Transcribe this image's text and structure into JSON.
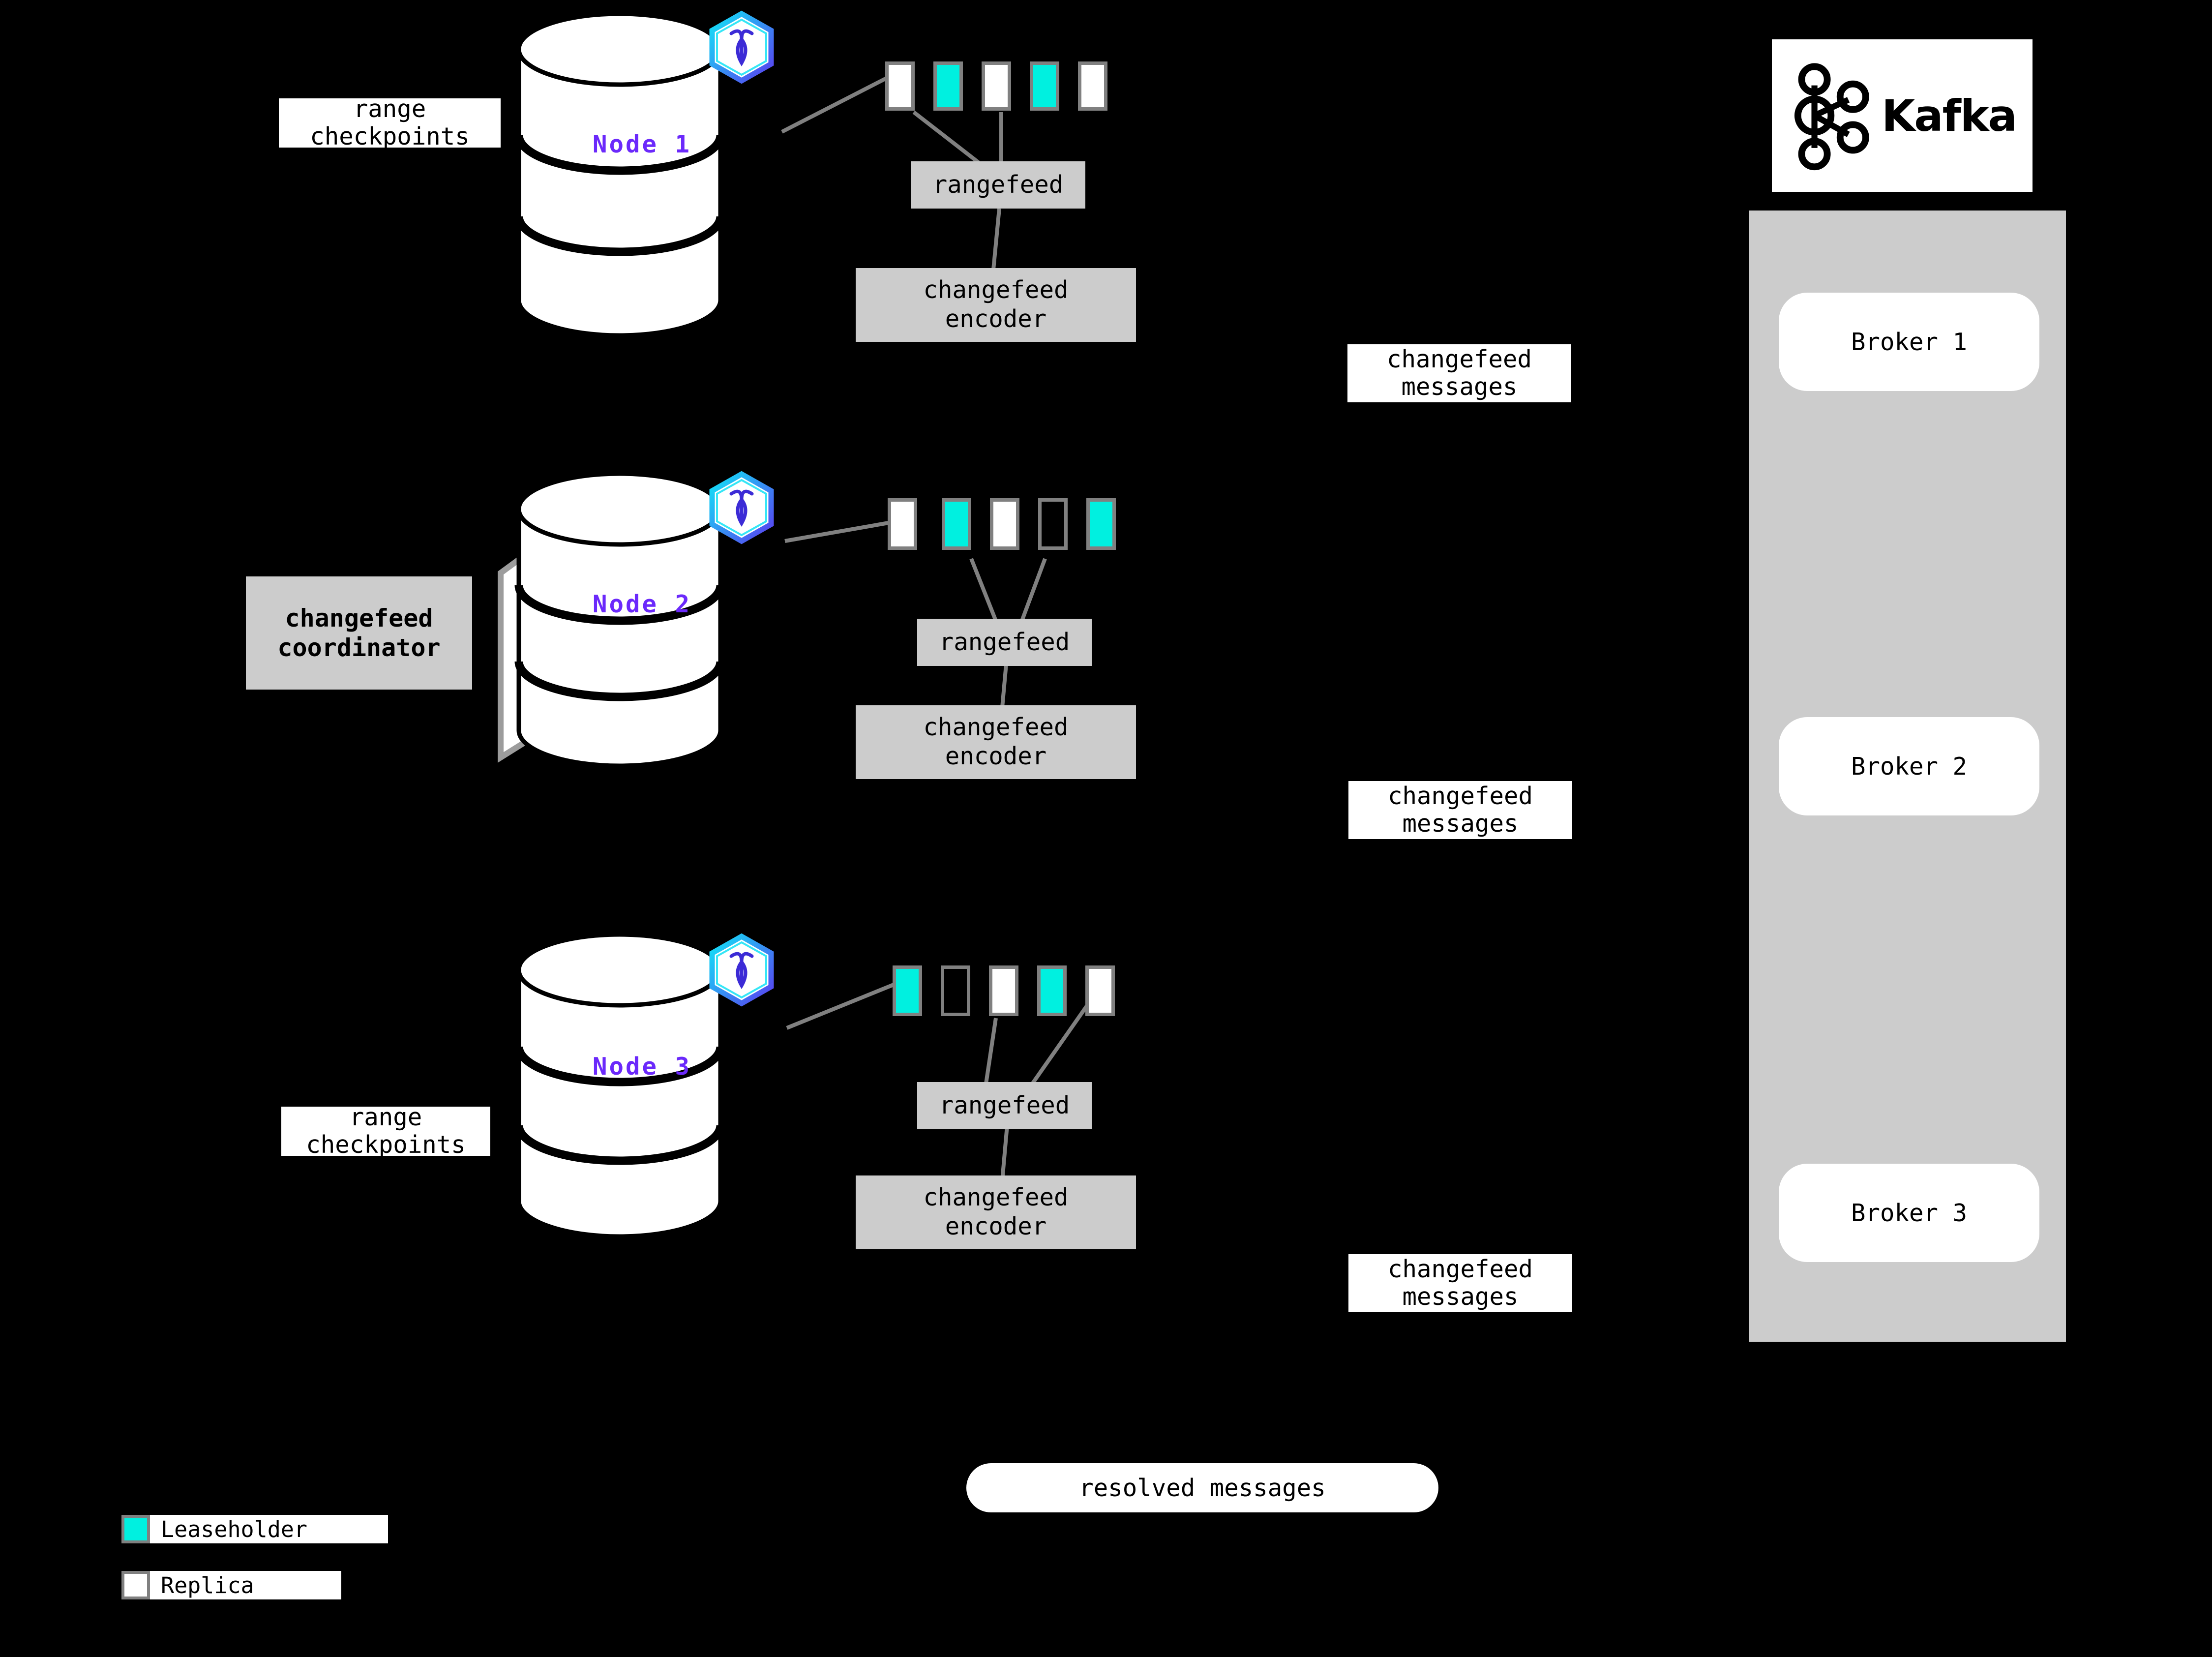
{
  "diagram": {
    "title": "CockroachDB changefeed architecture",
    "background": "#000000",
    "accent_node_color": "#6B29FB",
    "leaseholder_color": "#00F0E0",
    "replica_color": "#FFFFFF",
    "box_gray": "#CCCCCC",
    "stroke_gray": "#808080"
  },
  "nodes": [
    {
      "label": "Node 1",
      "logo_icon": "cockroachdb-hex-icon",
      "range_checkpoints_label": "range\ncheckpoints",
      "rangefeed_label": "rangefeed",
      "encoder_label": "changefeed\nencoder",
      "ranges": [
        {
          "index": 1,
          "type": "replica"
        },
        {
          "index": 2,
          "type": "leaseholder"
        },
        {
          "index": 3,
          "type": "replica"
        },
        {
          "index": 4,
          "type": "leaseholder"
        },
        {
          "index": 5,
          "type": "replica"
        }
      ]
    },
    {
      "label": "Node 2",
      "logo_icon": "cockroachdb-hex-icon",
      "coordinator_label": "changefeed\ncoordinator",
      "rangefeed_label": "rangefeed",
      "encoder_label": "changefeed\nencoder",
      "ranges": [
        {
          "index": 1,
          "type": "replica"
        },
        {
          "index": 2,
          "type": "leaseholder"
        },
        {
          "index": 3,
          "type": "replica"
        },
        {
          "index": 4,
          "type": "empty"
        },
        {
          "index": 5,
          "type": "leaseholder"
        }
      ]
    },
    {
      "label": "Node 3",
      "logo_icon": "cockroachdb-hex-icon",
      "range_checkpoints_label": "range\ncheckpoints",
      "rangefeed_label": "rangefeed",
      "encoder_label": "changefeed\nencoder",
      "ranges": [
        {
          "index": 1,
          "type": "leaseholder"
        },
        {
          "index": 2,
          "type": "empty"
        },
        {
          "index": 3,
          "type": "replica"
        },
        {
          "index": 4,
          "type": "leaseholder"
        },
        {
          "index": 5,
          "type": "replica"
        }
      ]
    }
  ],
  "changefeed_message_labels": [
    "changefeed\nmessages",
    "changefeed\nmessages",
    "changefeed\nmessages"
  ],
  "kafka": {
    "wordmark": "Kafka",
    "logo_icon": "kafka-logo-icon",
    "brokers": [
      "Broker 1",
      "Broker 2",
      "Broker 3"
    ]
  },
  "resolved_messages_label": "resolved messages",
  "legend": [
    {
      "swatch": "#00F0E0",
      "label": "Leaseholder"
    },
    {
      "swatch": "#FFFFFF",
      "label": "Replica"
    }
  ]
}
